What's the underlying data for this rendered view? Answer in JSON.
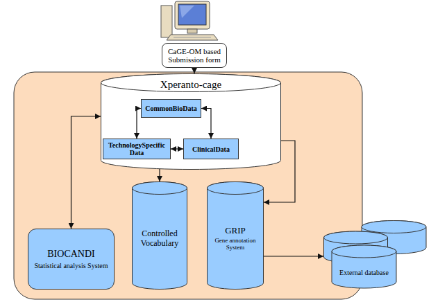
{
  "diagram": {
    "nodes": [
      {
        "text": [
          "CaGE-OM based Submission form"
        ]
      },
      {
        "text": [
          "Xperanto-cage"
        ]
      },
      {
        "text": [
          "CommonBioData"
        ],
        "in": 1
      },
      {
        "text": [
          "TechnologySpecific Data"
        ],
        "in": 1
      },
      {
        "text": [
          "ClinicalData"
        ],
        "in": 1
      },
      {
        "text": [
          "BIOCANDI",
          "Statistical analysis System"
        ]
      },
      {
        "text": [
          "Controlled Vocabulary"
        ]
      },
      {
        "text": [
          "GRIP",
          "Gene annotation System"
        ]
      },
      {
        "text": [
          "External database"
        ]
      }
    ],
    "edges": [
      {
        "from": 0,
        "to": 1,
        "arrow": "to"
      },
      {
        "from": 2,
        "to": 3,
        "arrow": "both"
      },
      {
        "from": 2,
        "to": 4,
        "arrow": "both"
      },
      {
        "from": 3,
        "to": 4,
        "arrow": "both"
      },
      {
        "from": 1,
        "to": 5,
        "arrow": "both"
      },
      {
        "from": 1,
        "to": 6,
        "arrow": "to"
      },
      {
        "from": 1,
        "to": 7,
        "arrow": "to"
      },
      {
        "from": 7,
        "to": 8,
        "arrow": "to"
      }
    ]
  }
}
